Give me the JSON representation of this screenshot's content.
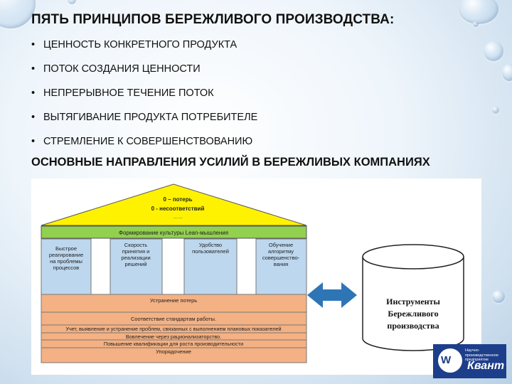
{
  "title": "ПЯТЬ ПРИНЦИПОВ БЕРЕЖЛИВОГО ПРОИЗВОДСТВА:",
  "principles": [
    "ЦЕННОСТЬ КОНКРЕТНОГО ПРОДУКТА",
    "ПОТОК СОЗДАНИЯ ЦЕННОСТИ",
    "НЕПРЕРЫВНОЕ ТЕЧЕНИЕ ПОТОК",
    "ВЫТЯГИВАНИЕ ПРОДУКТА ПОТРЕБИТЕЛЕ",
    "СТРЕМЛЕНИЕ К СОВЕРШЕНСТВОВАНИЮ"
  ],
  "bullet": "•",
  "subtitle": "ОСНОВНЫЕ НАПРАВЛЕНИЯ УСИЛИЙ В БЕРЕЖЛИВЫХ КОМПАНИЯХ",
  "diagram": {
    "roof_lines": [
      "0 – потерь",
      "0 - несоответствий",
      "……"
    ],
    "culture_band": "Формирование культуры Lean-мышления",
    "pillars": [
      [
        "Быстрое",
        "реагирование",
        "на проблемы",
        "процессов"
      ],
      [
        "Скорость",
        "принятия и",
        "реализации",
        "решений"
      ],
      [
        "Удобство",
        "пользователей"
      ],
      [
        "Обучение",
        "алгоритму",
        "совершенство-",
        "вания"
      ]
    ],
    "foundation": [
      "Устранение потерь",
      "Соответствие стандартам работы.",
      "Учет, выявление и устранение проблем, связанных с выполнением плановых показателей",
      "Вовлечение через рационализаторство.",
      "Повышение квалификации для роста производительности",
      "Упорядочение"
    ],
    "tools": [
      "Инструменты",
      "Бережливого",
      "производства"
    ],
    "colors": {
      "roof": "#fff200",
      "culture": "#92d050",
      "pillar": "#bdd7ee",
      "foundation": "#f4b183",
      "arrow": "#2e75b6"
    }
  },
  "logo": {
    "small_text": [
      "Научно-производственное",
      "предприятие"
    ],
    "name": "Квант"
  }
}
